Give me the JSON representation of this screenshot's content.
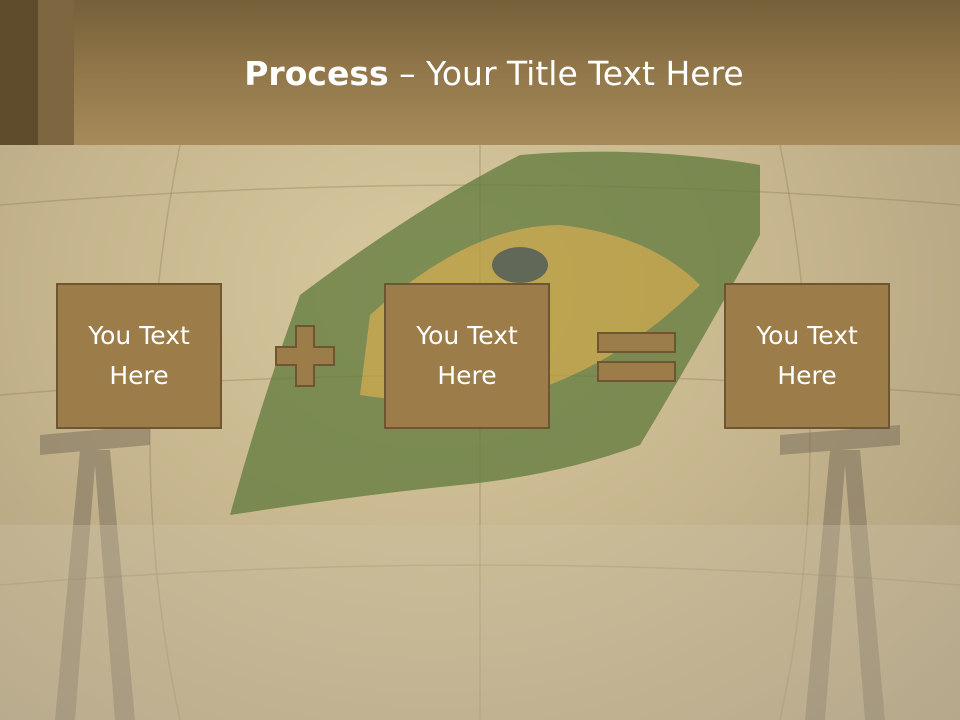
{
  "slide": {
    "title_bold": "Process",
    "title_dash": " – ",
    "title_rest": "Your Title Text Here"
  },
  "boxes": [
    {
      "text": "You Text Here"
    },
    {
      "text": "You Text Here"
    },
    {
      "text": "You Text Here"
    }
  ],
  "operators": [
    "plus-icon",
    "equals-icon"
  ],
  "colors": {
    "header": "#8f7548",
    "box_fill": "#9c7d4a",
    "box_border": "#6e5730",
    "text": "#ffffff"
  }
}
